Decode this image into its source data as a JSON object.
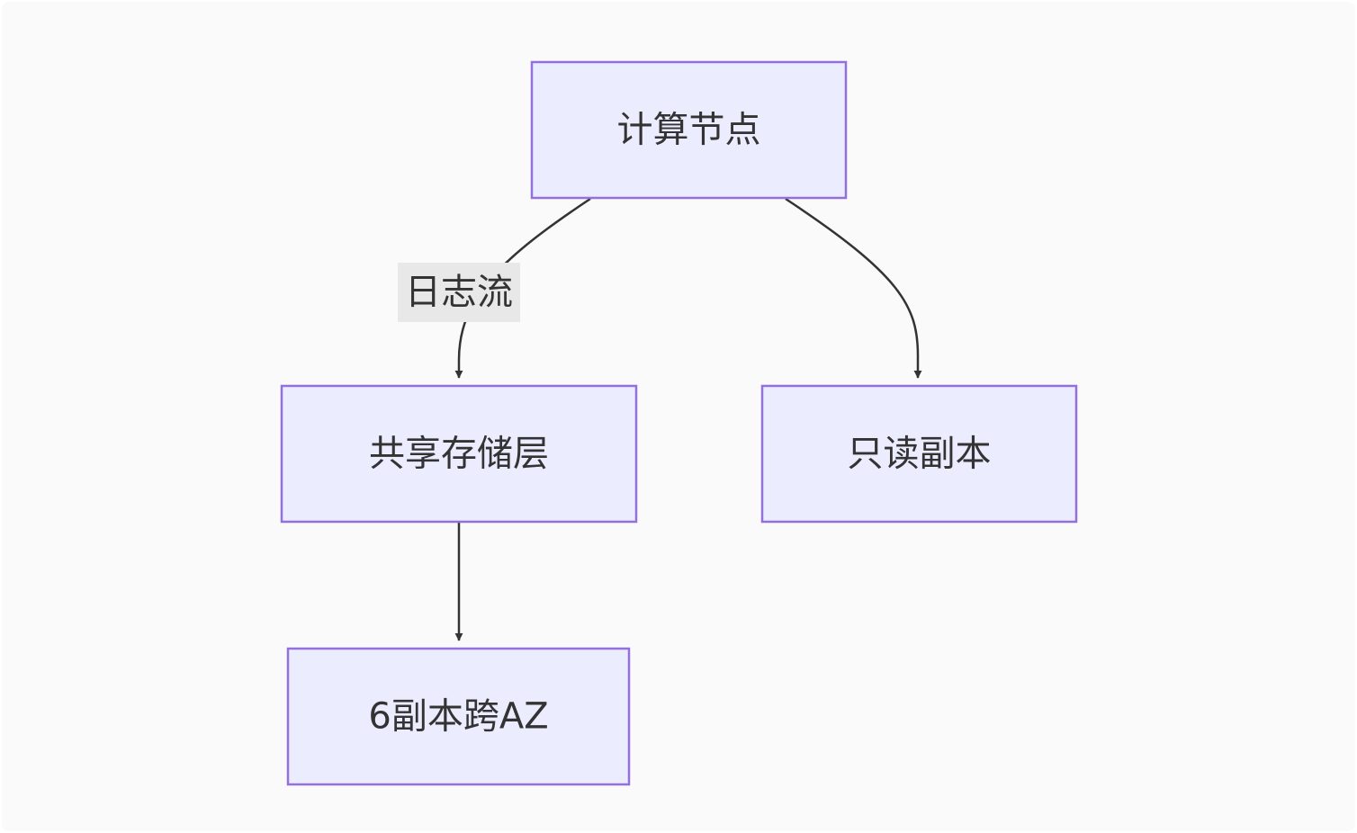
{
  "diagram": {
    "nodes": {
      "compute": {
        "label": "计算节点"
      },
      "shared_storage": {
        "label": "共享存储层"
      },
      "read_replica": {
        "label": "只读副本"
      },
      "six_replicas": {
        "label": "6副本跨AZ"
      }
    },
    "edges": [
      {
        "from": "compute",
        "to": "shared_storage",
        "label": "日志流"
      },
      {
        "from": "compute",
        "to": "read_replica",
        "label": ""
      },
      {
        "from": "shared_storage",
        "to": "six_replicas",
        "label": ""
      }
    ],
    "colors": {
      "background": "#FAFAFA",
      "node_fill": "#ECECFF",
      "node_stroke": "#9370DB",
      "edge": "#333333",
      "edge_label_bg": "#E8E8E8",
      "text": "#333333"
    }
  }
}
